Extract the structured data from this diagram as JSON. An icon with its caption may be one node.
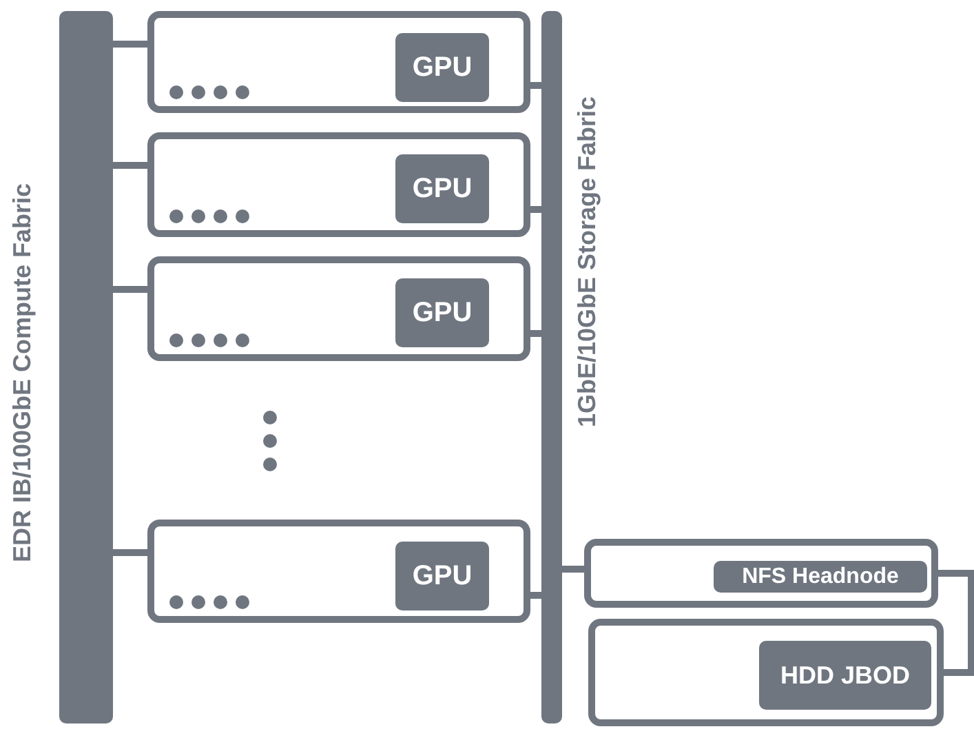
{
  "diagram": {
    "nodes": [
      {
        "text": [
          "EDR IB/100GbE Compute Fabric"
        ]
      },
      {
        "text": [
          "1GbE/10GbE Storage Fabric"
        ]
      },
      {
        "text": [],
        "shape": "box"
      },
      {
        "text": [
          "GPU"
        ],
        "in": 2
      },
      {
        "text": [],
        "shape": "box"
      },
      {
        "text": [
          "GPU"
        ],
        "in": 4
      },
      {
        "text": [],
        "shape": "box"
      },
      {
        "text": [
          "GPU"
        ],
        "in": 6
      },
      {
        "text": [],
        "shape": "box"
      },
      {
        "text": [
          "GPU"
        ],
        "in": 8
      },
      {
        "text": [],
        "shape": "box"
      },
      {
        "text": [
          "NFS Headnode"
        ],
        "in": 10
      },
      {
        "text": [],
        "shape": "box"
      },
      {
        "text": [
          "HDD JBOD"
        ],
        "in": 12
      }
    ],
    "edges": [
      {
        "from": 0,
        "to": 2,
        "arrow": "none"
      },
      {
        "from": 0,
        "to": 4,
        "arrow": "none"
      },
      {
        "from": 0,
        "to": 6,
        "arrow": "none"
      },
      {
        "from": 0,
        "to": 8,
        "arrow": "none"
      },
      {
        "from": 1,
        "to": 2,
        "arrow": "none"
      },
      {
        "from": 1,
        "to": 4,
        "arrow": "none"
      },
      {
        "from": 1,
        "to": 6,
        "arrow": "none"
      },
      {
        "from": 1,
        "to": 8,
        "arrow": "none"
      },
      {
        "from": 1,
        "to": 10,
        "arrow": "none"
      },
      {
        "from": 10,
        "to": 12,
        "arrow": "none"
      }
    ]
  }
}
